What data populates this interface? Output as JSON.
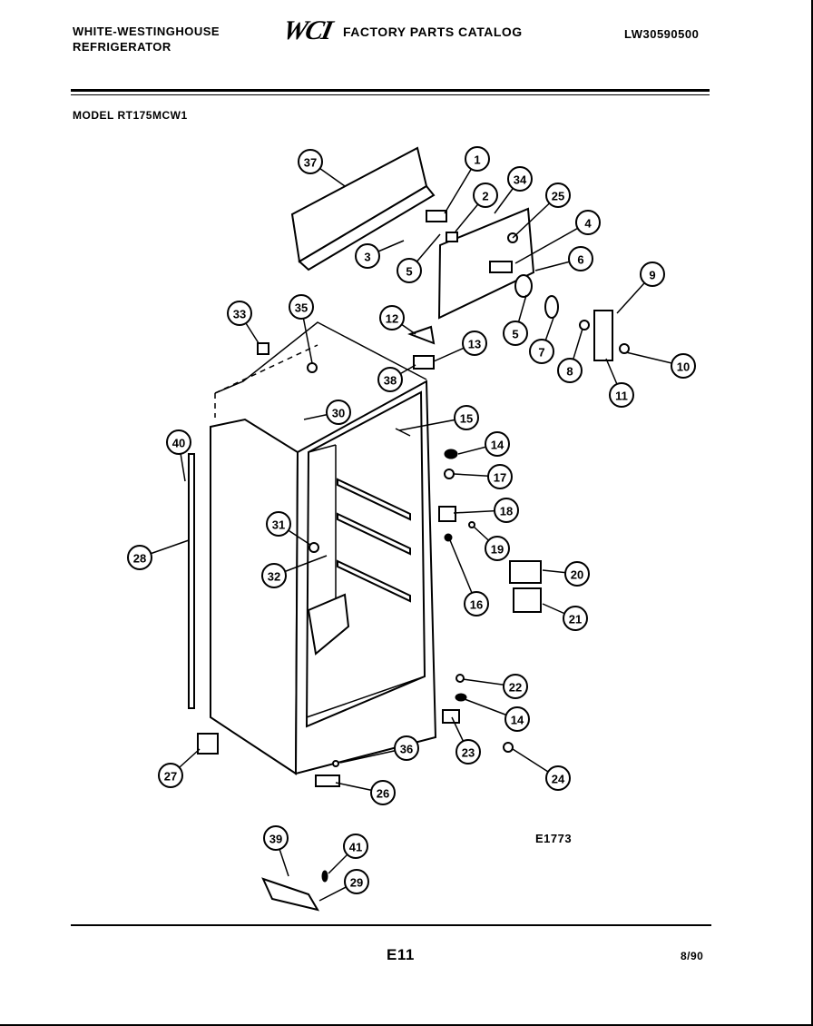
{
  "header": {
    "brand_line1": "WHITE-WESTINGHOUSE",
    "brand_line2": "REFRIGERATOR",
    "logo": "WCI",
    "catalog_title": "FACTORY PARTS CATALOG",
    "part_number": "LW30590500",
    "model": "MODEL RT175MCW1"
  },
  "figure_id": "E1773",
  "footer": {
    "page_id": "E11",
    "date_code": "8/90"
  },
  "callouts": [
    "37",
    "1",
    "2",
    "34",
    "25",
    "4",
    "3",
    "5",
    "6",
    "5",
    "7",
    "8",
    "9",
    "10",
    "11",
    "33",
    "35",
    "12",
    "13",
    "38",
    "30",
    "15",
    "14",
    "17",
    "40",
    "18",
    "19",
    "31",
    "28",
    "32",
    "20",
    "16",
    "21",
    "22",
    "14",
    "36",
    "23",
    "24",
    "27",
    "26",
    "39",
    "41",
    "29"
  ]
}
